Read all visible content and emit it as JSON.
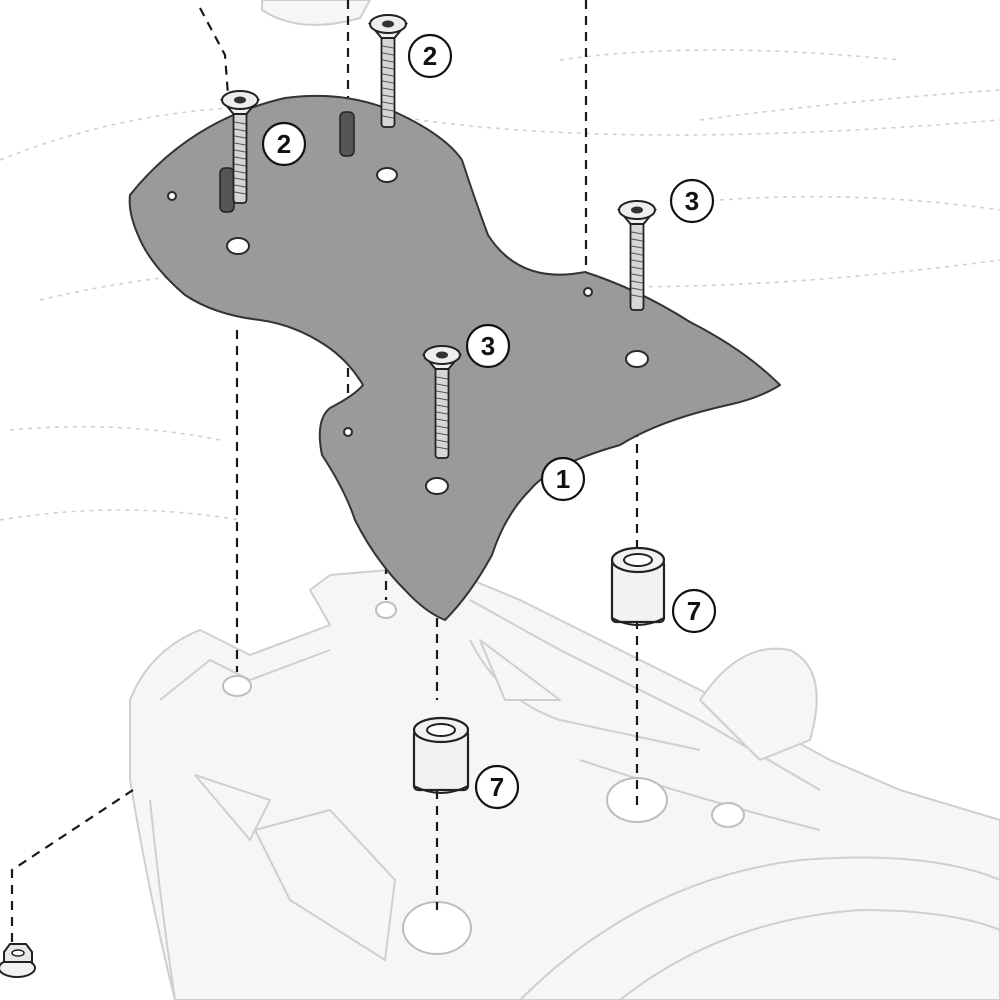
{
  "diagram": {
    "parts": [
      {
        "id": "plate",
        "label": "1",
        "icon": "mounting-plate"
      },
      {
        "id": "screws-long",
        "label": "2",
        "icon": "countersunk-screw"
      },
      {
        "id": "screws-medium",
        "label": "3",
        "icon": "countersunk-screw"
      },
      {
        "id": "spacers",
        "label": "7",
        "icon": "cylindrical-spacer"
      }
    ],
    "callouts": {
      "c1": "1",
      "c2a": "2",
      "c2b": "2",
      "c3a": "3",
      "c3b": "3",
      "c7a": "7",
      "c7b": "7"
    },
    "colors": {
      "plate": "#9a9a9a",
      "ghost_outline": "#cfcfcf",
      "dashed_guide": "#1a1a1a"
    }
  }
}
